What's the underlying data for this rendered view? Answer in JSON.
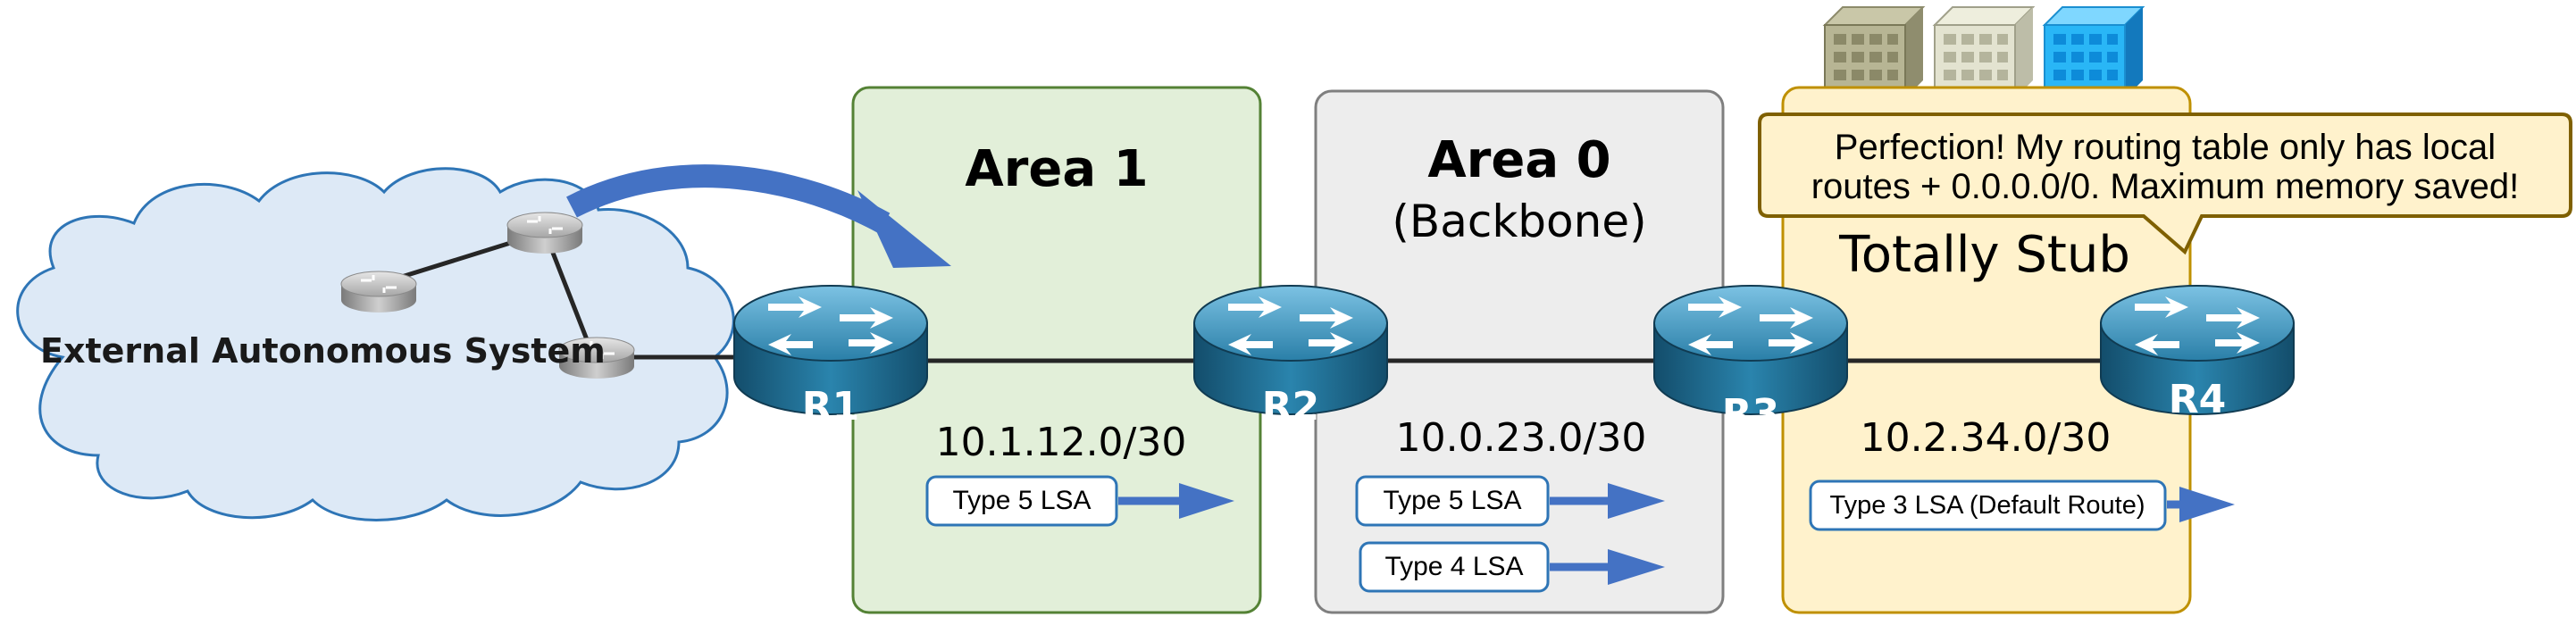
{
  "external_system": {
    "label": "External Autonomous System"
  },
  "areas": [
    {
      "id": "area1",
      "title": "Area 1",
      "subtitle": "",
      "fill": "#e2efd9",
      "stroke": "#548235"
    },
    {
      "id": "area0",
      "title": "Area 0",
      "subtitle": "(Backbone)",
      "fill": "#ededed",
      "stroke": "#7f7f7f"
    },
    {
      "id": "stub",
      "title": "Totally Stub",
      "subtitle": "",
      "fill": "#fff2cc",
      "stroke": "#bf9000"
    }
  ],
  "routers": [
    {
      "label": "R1"
    },
    {
      "label": "R2"
    },
    {
      "label": "R3"
    },
    {
      "label": "R4"
    }
  ],
  "subnets": [
    {
      "label": "10.1.12.0/30"
    },
    {
      "label": "10.0.23.0/30"
    },
    {
      "label": "10.2.34.0/30"
    }
  ],
  "lsa_labels": [
    {
      "label": "Type 5 LSA"
    },
    {
      "label": "Type 5 LSA"
    },
    {
      "label": "Type 4 LSA"
    },
    {
      "label": "Type 3 LSA (Default Route)"
    }
  ],
  "callout": {
    "line1": "Perfection! My routing table only has local",
    "line2": "routes + 0.0.0.0/0. Maximum memory saved!"
  },
  "colors": {
    "arrow": "#4472c4",
    "cloud_fill": "#dde9f6",
    "cloud_stroke": "#2e75b6",
    "router_body": "#1f6c93",
    "router_top": "#5aa7cc",
    "callout_fill": "#fff2cc",
    "callout_stroke": "#7f6000"
  }
}
